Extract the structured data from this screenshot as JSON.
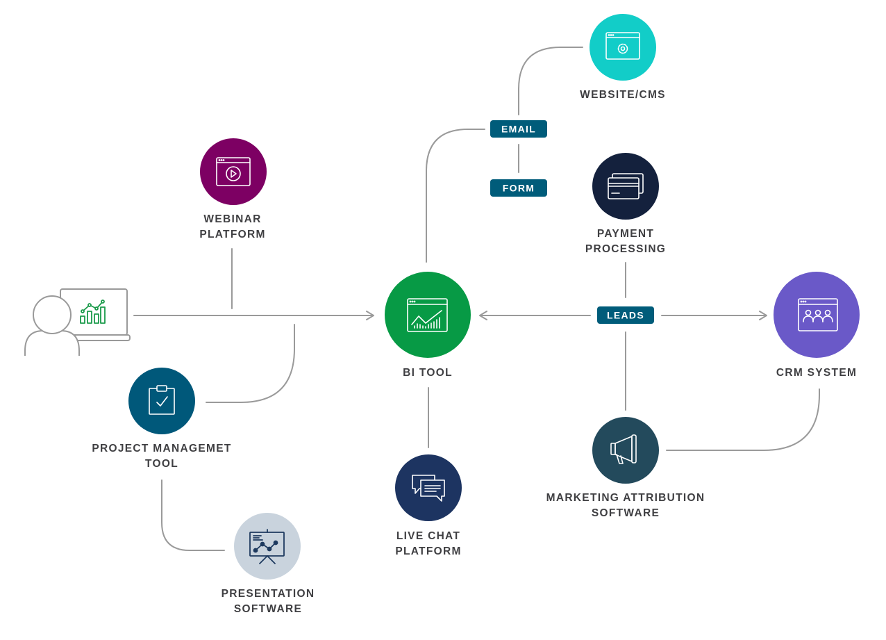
{
  "nodes": {
    "website": {
      "line1": "WEBSITE/CMS",
      "line2": "",
      "color": "#12cdc8",
      "icon": "gear-browser-icon"
    },
    "webinar": {
      "line1": "WEBINAR",
      "line2": "PLATFORM",
      "color": "#7d0063",
      "icon": "video-play-icon"
    },
    "payment": {
      "line1": "PAYMENT",
      "line2": "PROCESSING",
      "color": "#14213d",
      "icon": "credit-card-icon"
    },
    "bi_tool": {
      "line1": "BI TOOL",
      "line2": "",
      "color": "#079a45",
      "icon": "line-chart-icon"
    },
    "crm": {
      "line1": "CRM SYSTEM",
      "line2": "",
      "color": "#6a59c8",
      "icon": "people-browser-icon"
    },
    "project": {
      "line1": "PROJECT MANAGEMET",
      "line2": "TOOL",
      "color": "#00587a",
      "icon": "clipboard-check-icon"
    },
    "live_chat": {
      "line1": "LIVE CHAT",
      "line2": "PLATFORM",
      "color": "#1d3461",
      "icon": "chat-bubbles-icon"
    },
    "marketing": {
      "line1": "MARKETING ATTRIBUTION",
      "line2": "SOFTWARE",
      "color": "#234a5c",
      "icon": "megaphone-icon"
    },
    "presentation": {
      "line1": "PRESENTATION",
      "line2": "SOFTWARE",
      "color": "#c9d3dd",
      "icon": "presentation-board-icon"
    }
  },
  "tags": {
    "email": {
      "label": "EMAIL",
      "color": "#005c7a"
    },
    "form": {
      "label": "FORM",
      "color": "#005c7a"
    },
    "leads": {
      "label": "LEADS",
      "color": "#005c7a"
    }
  },
  "user": {
    "icon": "user-laptop-icon",
    "chart_color": "#1a9a4a"
  },
  "colors": {
    "connector": "#9a9a9a",
    "label_text": "#3f3f42"
  }
}
